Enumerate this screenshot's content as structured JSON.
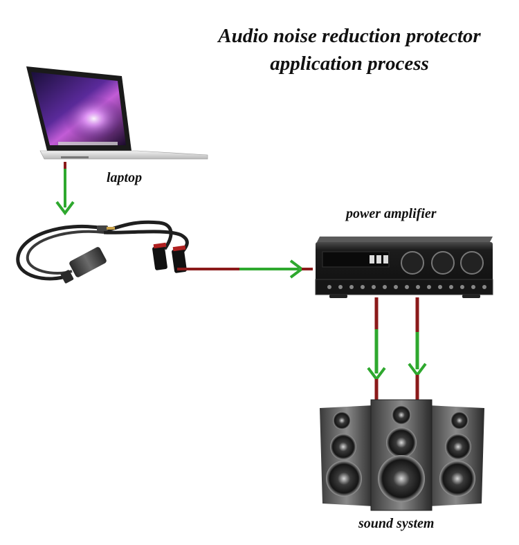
{
  "title": {
    "line1": "Audio noise reduction protector",
    "line2": "application process"
  },
  "labels": {
    "laptop": "laptop",
    "power_amplifier": "power amplifier",
    "sound_system": "sound system"
  },
  "colors": {
    "cable_red": "#8b1a1a",
    "arrow_green": "#2ea82e",
    "label_text": "#111111"
  }
}
